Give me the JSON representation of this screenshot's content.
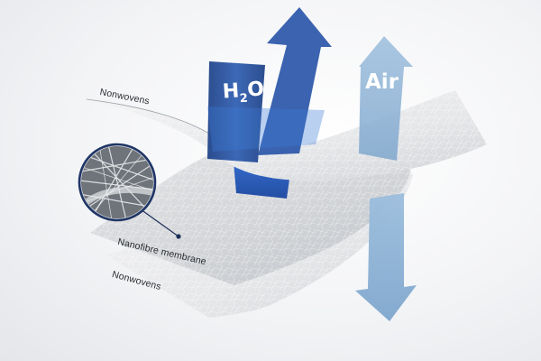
{
  "layers": {
    "top_label": "Nonwovens",
    "middle_label": "Nanofibre membrane",
    "bottom_label": "Nonwovens"
  },
  "arrows": {
    "water_symbol": "H",
    "water_subscript": "2",
    "water_suffix": "O",
    "air_label": "Air"
  },
  "colors": {
    "water_arrow": "#1f4fa3",
    "water_arrow_light": "#3a78d4",
    "air_arrow": "#8fb4d6",
    "air_arrow_dark": "#6f9bc4",
    "layer_fabric": "#e9eaec",
    "membrane": "#d5d7da",
    "pointer": "#1c2f5a"
  },
  "icons": [
    "magnifier-detail",
    "up-arrow",
    "down-arrow"
  ]
}
